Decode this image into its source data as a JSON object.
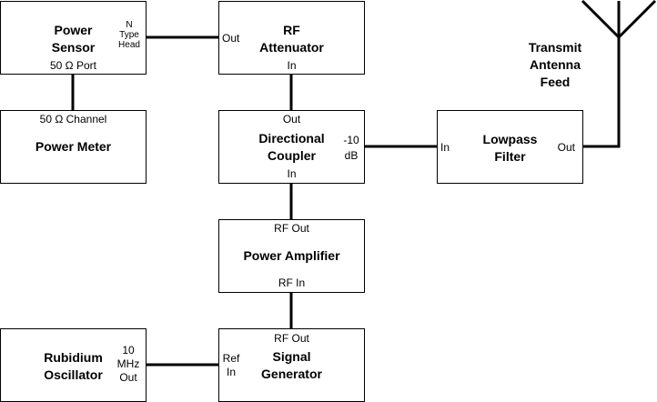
{
  "blocks": {
    "power_sensor": {
      "title_1": "Power",
      "title_2": "Sensor",
      "port_bottom": "50 Ω Port",
      "port_right_1": "N",
      "port_right_2": "Type",
      "port_right_3": "Head"
    },
    "rf_attenuator": {
      "title_1": "RF",
      "title_2": "Attenuator",
      "port_left": "Out",
      "port_bottom": "In"
    },
    "power_meter": {
      "title": "Power Meter",
      "port_top": "50 Ω Channel"
    },
    "directional_coupler": {
      "title_1": "Directional",
      "title_2": "Coupler",
      "port_top": "Out",
      "port_bottom": "In",
      "port_right_1": "-10",
      "port_right_2": "dB"
    },
    "lowpass_filter": {
      "title_1": "Lowpass",
      "title_2": "Filter",
      "port_left": "In",
      "port_right": "Out"
    },
    "power_amplifier": {
      "title": "Power Amplifier",
      "port_top": "RF Out",
      "port_bottom": "RF In"
    },
    "rubidium_oscillator": {
      "title_1": "Rubidium",
      "title_2": "Oscillator",
      "port_right_1": "10",
      "port_right_2": "MHz",
      "port_right_3": "Out"
    },
    "signal_generator": {
      "title_1": "Signal",
      "title_2": "Generator",
      "port_top": "RF Out",
      "port_left_1": "Ref",
      "port_left_2": "In"
    }
  },
  "antenna": {
    "label_1": "Transmit",
    "label_2": "Antenna",
    "label_3": "Feed",
    "icon": "antenna-icon"
  },
  "colors": {
    "line": "#000000",
    "box_border": "#000000",
    "background": "#ffffff"
  }
}
